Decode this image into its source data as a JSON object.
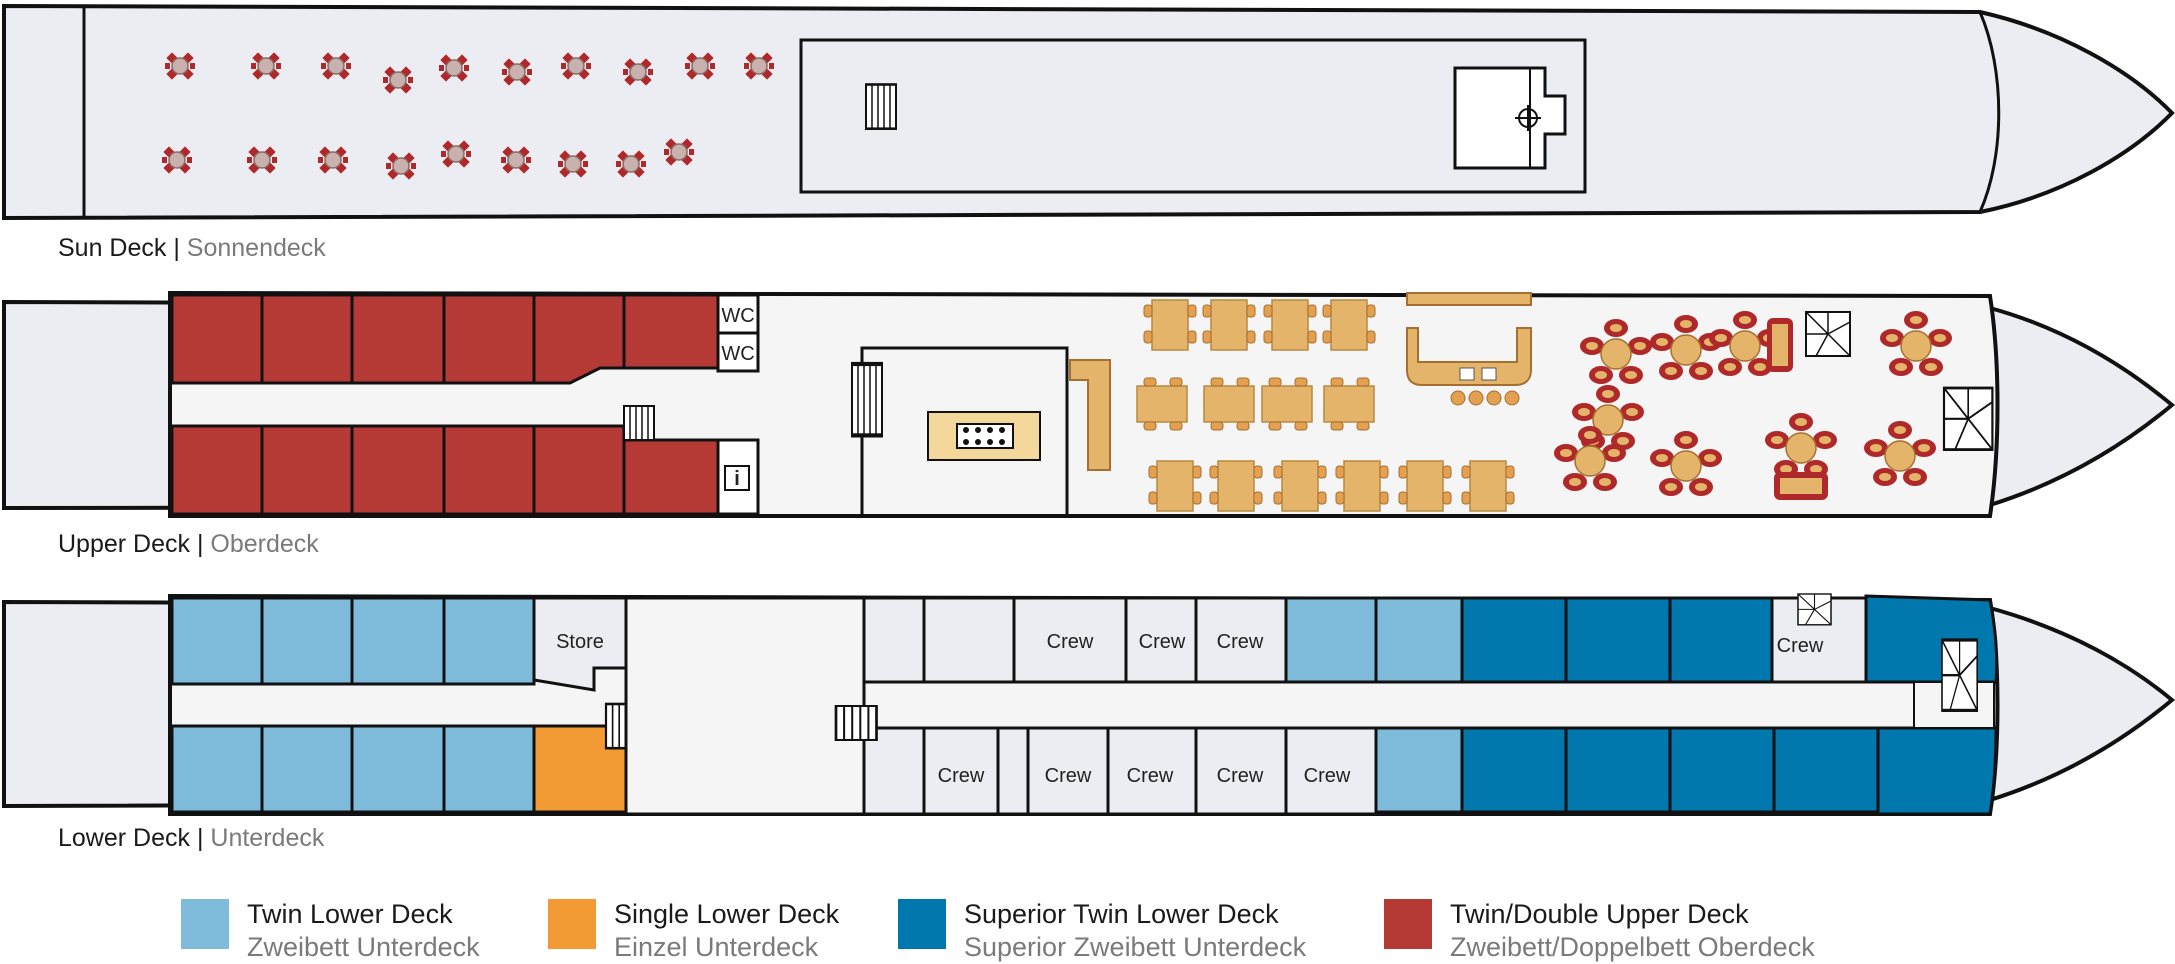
{
  "decks": {
    "sun": {
      "name": "Sun Deck",
      "separator": "|",
      "subname": "Sonnendeck"
    },
    "upper": {
      "name": "Upper Deck",
      "separator": "|",
      "subname": "Oberdeck",
      "rooms": {
        "wc1": "WC",
        "wc2": "WC",
        "info": "i"
      }
    },
    "lower": {
      "name": "Lower Deck",
      "separator": "|",
      "subname": "Unterdeck",
      "rooms": {
        "store": "Store",
        "crew_top_1": "Crew",
        "crew_top_2": "Crew",
        "crew_top_3": "Crew",
        "crew_bow": "Crew",
        "crew_bot_1": "Crew",
        "crew_bot_2": "Crew",
        "crew_bot_3": "Crew",
        "crew_bot_4": "Crew",
        "crew_bot_5": "Crew"
      }
    }
  },
  "colors": {
    "twin_lower": "#7fbcdb",
    "single_lower": "#f29a33",
    "superior_twin_lower": "#0077ad",
    "twin_double_upper": "#b53a36",
    "hull": "#ecedf2",
    "deck_floor": "#f5f5f5",
    "table": "#e3b469",
    "chair": "#b0292a"
  },
  "legend": [
    {
      "id": "twin-lower",
      "en": "Twin Lower Deck",
      "de": "Zweibett Unterdeck",
      "color": "#7fbcdb"
    },
    {
      "id": "single-lower",
      "en": "Single Lower Deck",
      "de": "Einzel Unterdeck",
      "color": "#f29a33"
    },
    {
      "id": "superior-twin-lower",
      "en": "Superior Twin Lower Deck",
      "de": "Superior Zweibett Unterdeck",
      "color": "#0077ad"
    },
    {
      "id": "twin-double-upper",
      "en": "Twin/Double Upper Deck",
      "de": "Zweibett/Doppelbett Oberdeck",
      "color": "#b53a36"
    }
  ]
}
